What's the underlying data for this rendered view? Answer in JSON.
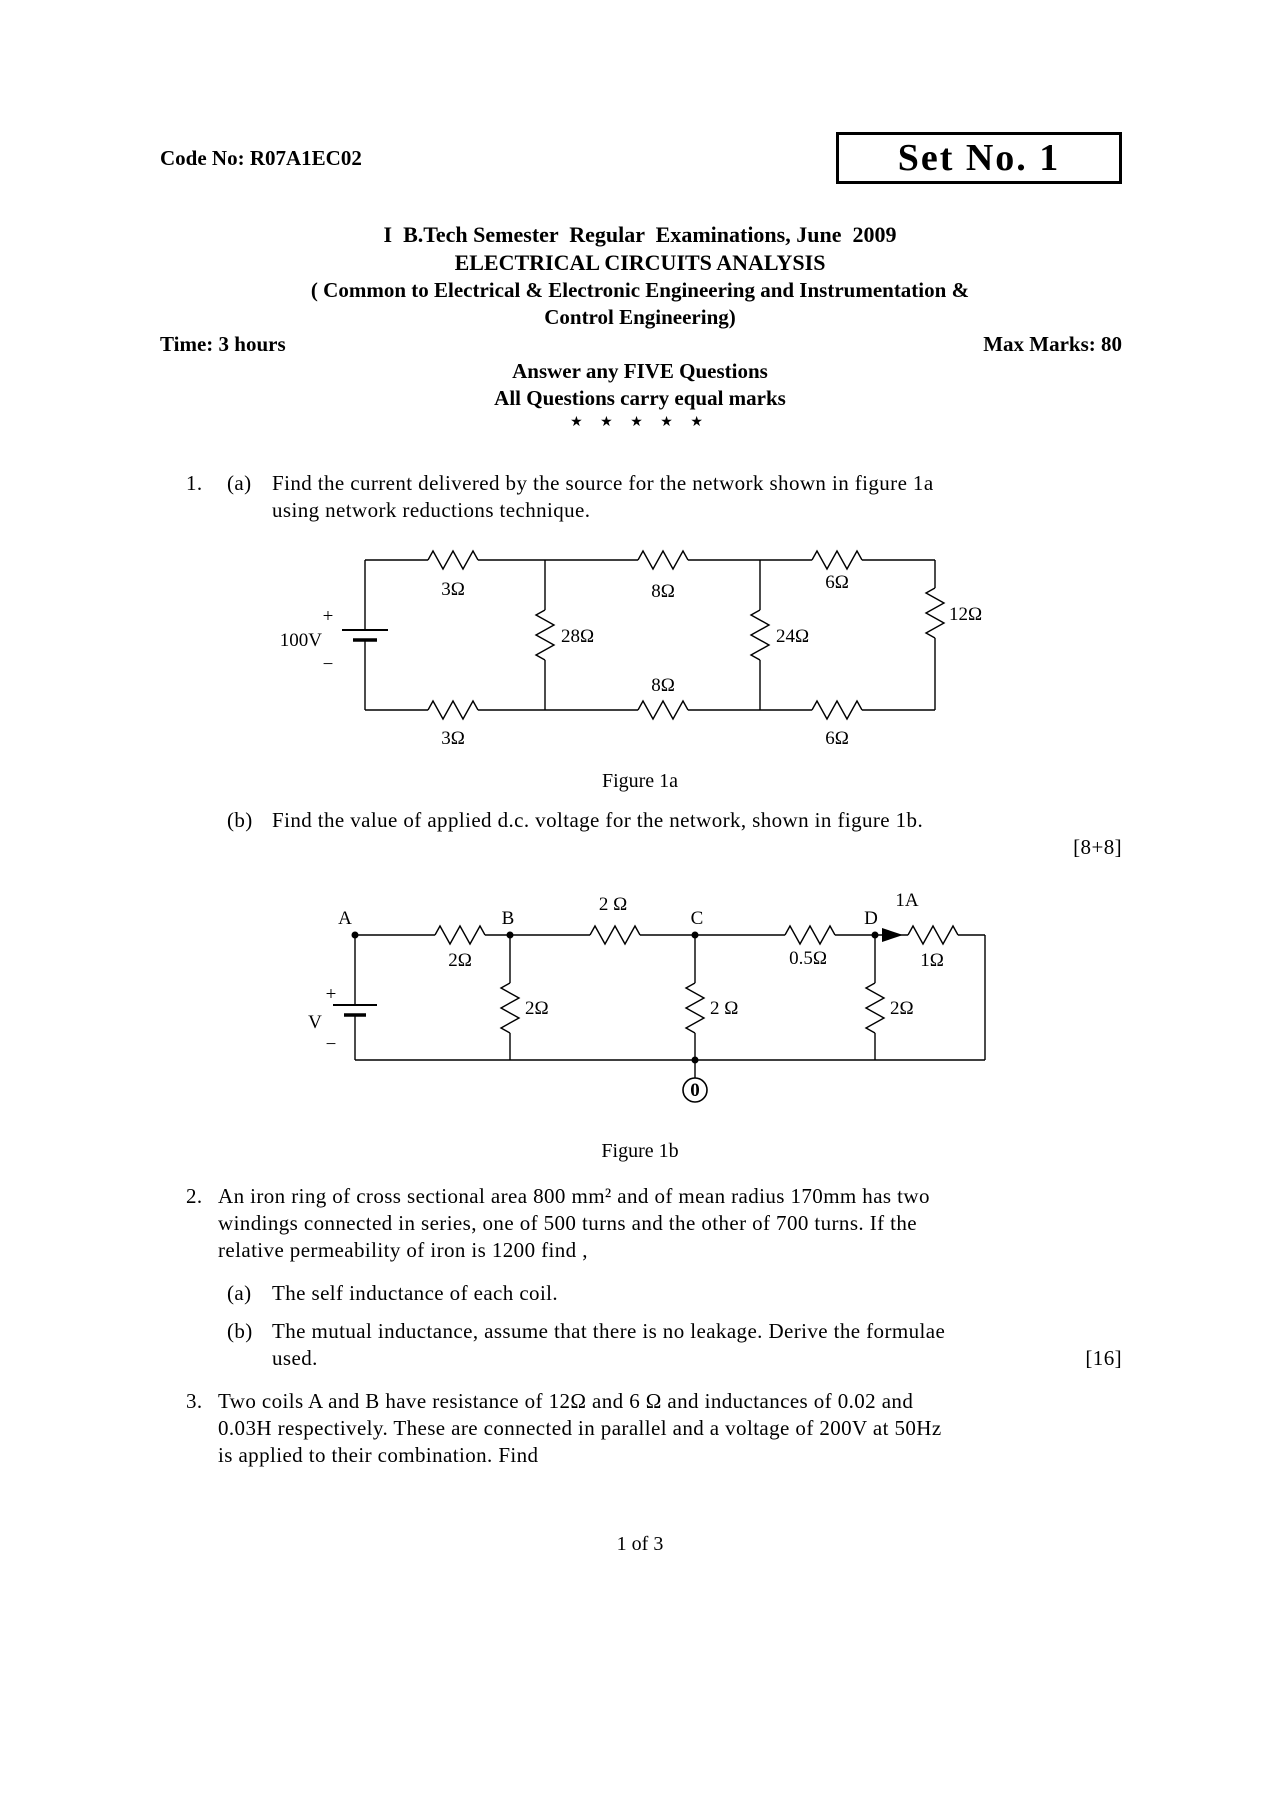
{
  "header": {
    "code_no": "Code No: R07A1EC02",
    "set_no": "Set No. 1"
  },
  "title_block": {
    "line1": "I  B.Tech Semester  Regular  Examinations, June  2009",
    "line2": "ELECTRICAL CIRCUITS ANALYSIS",
    "line3": "( Common to Electrical & Electronic Engineering and Instrumentation &",
    "line4": "Control Engineering)",
    "time": "Time: 3 hours",
    "max_marks": "Max Marks: 80",
    "instruction1": "Answer any FIVE Questions",
    "instruction2": "All Questions carry equal marks",
    "stars": "★ ★ ★ ★ ★"
  },
  "q1": {
    "number": "1.",
    "part_a_label": "(a)",
    "part_a_line1": "Find the current delivered by the source for the network shown in figure 1a",
    "part_a_line2": "using network reductions technique.",
    "part_b_label": "(b)",
    "part_b_text": "Find the value of applied d.c. voltage for the network, shown in figure 1b.",
    "part_b_marks": "[8+8]"
  },
  "figure1a": {
    "caption": "Figure 1a",
    "source_voltage": "100V",
    "plus": "+",
    "minus": "−",
    "r_top_1": "3Ω",
    "r_top_2": "8Ω",
    "r_top_3": "6Ω",
    "r_shunt_1": "28Ω",
    "r_shunt_2": "24Ω",
    "r_right": "12Ω",
    "r_bottom_1": "3Ω",
    "r_bottom_2": "8Ω",
    "r_bottom_3": "6Ω"
  },
  "figure1b": {
    "caption": "Figure 1b",
    "node_a": "A",
    "node_b": "B",
    "node_c": "C",
    "node_d": "D",
    "node_0": "0",
    "source_label": "V",
    "plus": "+",
    "minus": "−",
    "current_label": "1A",
    "r_ab": "2Ω",
    "r_bc": "2 Ω",
    "r_cd": "0.5Ω",
    "r_d_end": "1Ω",
    "r_shunt_b": "2Ω",
    "r_shunt_c": "2 Ω",
    "r_shunt_d": "2Ω"
  },
  "q2": {
    "number": "2.",
    "line1": "An iron ring of cross sectional area 800 mm² and of mean radius 170mm has two",
    "line2": "windings connected in series, one of 500 turns and the other of 700 turns. If the",
    "line3": "relative permeability of iron is 1200 find ,",
    "part_a_label": "(a)",
    "part_a_text": "The self inductance of each coil.",
    "part_b_label": "(b)",
    "part_b_line1": "The mutual inductance, assume that there is no leakage. Derive the formulae",
    "part_b_line2": "used.",
    "part_b_marks": "[16]"
  },
  "q3": {
    "number": "3.",
    "line1": "Two coils A and B have resistance of 12Ω and 6 Ω and inductances of 0.02 and",
    "line2": "0.03H respectively. These are connected in parallel and a voltage of 200V at 50Hz",
    "line3": "is applied to their combination. Find"
  },
  "footer": {
    "page_number": "1 of 3"
  }
}
